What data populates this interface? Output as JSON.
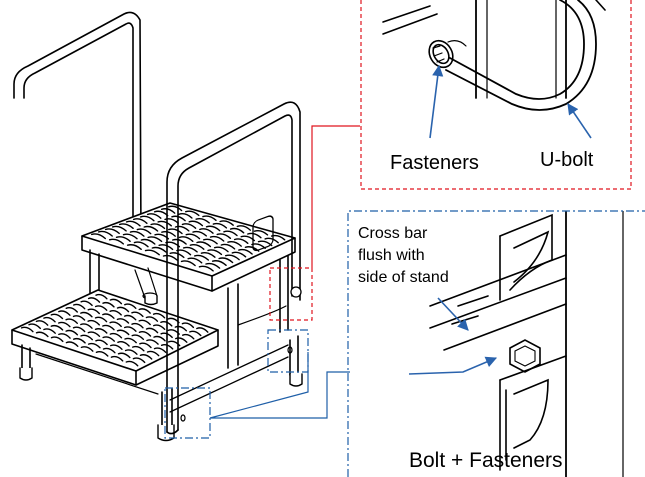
{
  "diagram": {
    "detail_top": {
      "fasteners_label": "Fasteners",
      "ubolt_label": "U-bolt"
    },
    "detail_bottom": {
      "note_lines": [
        "Cross bar",
        "flush with",
        "side of stand"
      ],
      "bolt_label": "Bolt + Fasteners"
    },
    "colors": {
      "callout_top_border": "#e0141e",
      "callout_bottom_border": "#1f5fa8",
      "arrow": "#2a63ad",
      "line": "#000000"
    }
  }
}
